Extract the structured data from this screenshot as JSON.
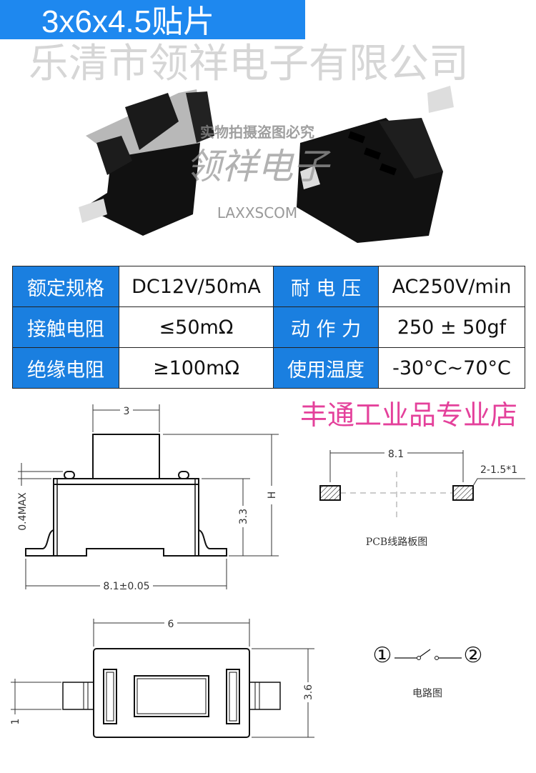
{
  "banner": {
    "title": "3x6x4.5贴片"
  },
  "photo": {
    "watermark_top": "实物拍摄盗图必究",
    "watermark_mid": "领祥电子",
    "watermark_brand": "LAXXSCOM"
  },
  "specs": [
    {
      "label1": "额定规格",
      "value1": "DC12V/50mA",
      "label2": "耐 电 压",
      "value2": "AC250V/min"
    },
    {
      "label1": "接触电阻",
      "value1": "≤50mΩ",
      "label2": "动 作 力",
      "value2": "250 ± 50gf"
    },
    {
      "label1": "绝缘电阻",
      "value1": "≥100mΩ",
      "label2": "使用温度",
      "value2": "-30°C~70°C"
    }
  ],
  "watermarks": {
    "store": "丰通工业品专业店",
    "company": "乐清市领祥电子有限公司"
  },
  "side_view": {
    "dim_top": "3",
    "dim_h": "H",
    "dim_body": "3.3",
    "dim_gap": "0.4MAX",
    "dim_width": "8.1±0.05"
  },
  "pcb": {
    "dim": "8.1",
    "pad_label": "2-1.5*1",
    "caption": "PCB线路板图"
  },
  "top_view": {
    "dim_width": "6",
    "dim_height": "3.6",
    "dim_lead": "1"
  },
  "circuit": {
    "pin1": "①",
    "pin2": "②",
    "caption": "电路图"
  }
}
